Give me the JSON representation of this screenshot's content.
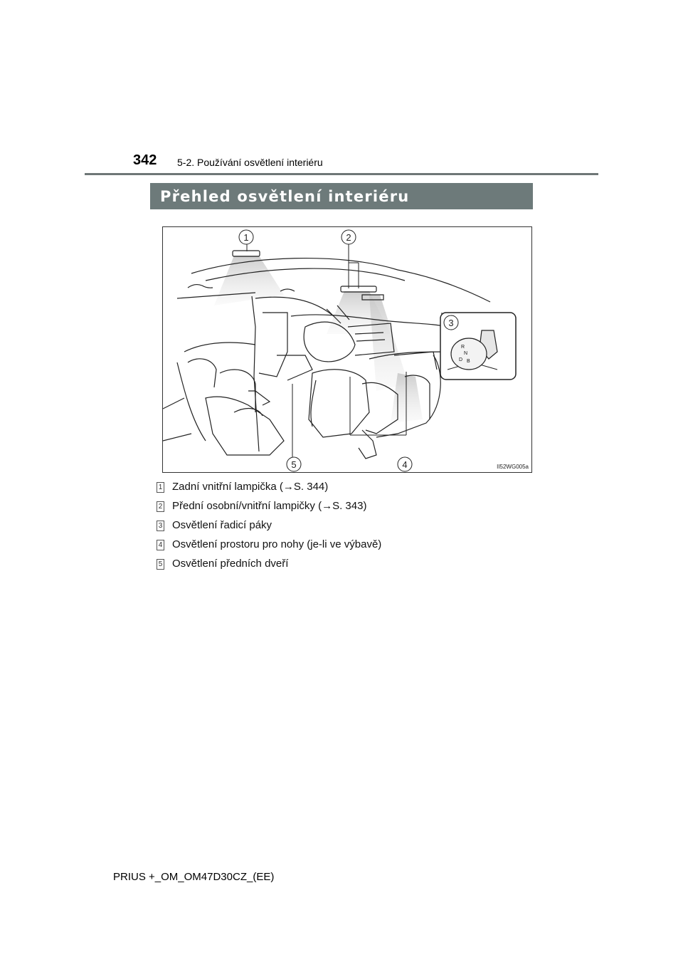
{
  "header": {
    "page_number": "342",
    "section": "5-2. Používání osvětlení interiéru"
  },
  "title": "Přehled osvětlení interiéru",
  "figure": {
    "code": "II52WG005a",
    "callouts": [
      "1",
      "2",
      "3",
      "4",
      "5"
    ],
    "shift_letters": [
      "R",
      "N",
      "D",
      "B"
    ]
  },
  "legend": [
    {
      "num": "1",
      "text": "Zadní vnitřní lampička (→S. 344)"
    },
    {
      "num": "2",
      "text": "Přední osobní/vnitřní lampičky (→S. 343)"
    },
    {
      "num": "3",
      "text": "Osvětlení řadicí páky"
    },
    {
      "num": "4",
      "text": "Osvětlení prostoru pro nohy (je-li ve výbavě)"
    },
    {
      "num": "5",
      "text": "Osvětlení předních dveří"
    }
  ],
  "footer": "PRIUS +_OM_OM47D30CZ_(EE)"
}
